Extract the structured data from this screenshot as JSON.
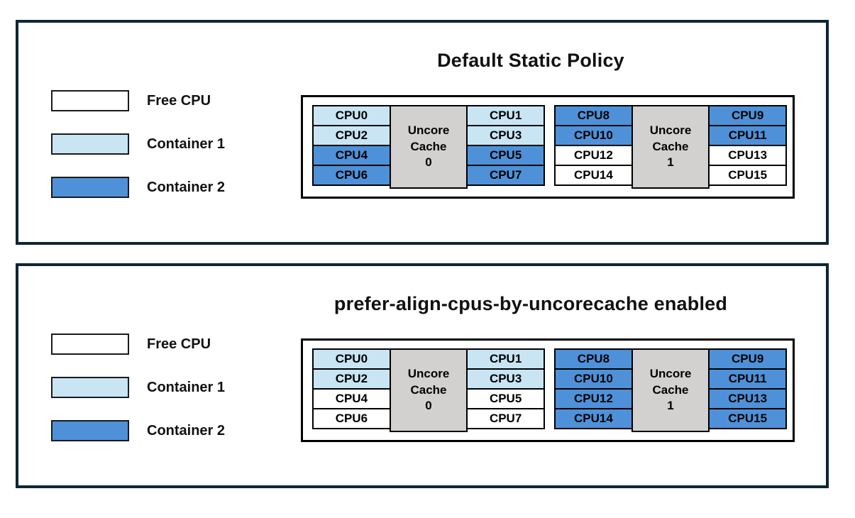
{
  "colors": {
    "free": "#ffffff",
    "container1": "#c9e5f4",
    "container2": "#4f91d8",
    "cache_box": "#d2d1d0",
    "panel_border": "#0d2633"
  },
  "legend": {
    "items": [
      {
        "label": "Free CPU",
        "fill": "free"
      },
      {
        "label": "Container 1",
        "fill": "container1"
      },
      {
        "label": "Container 2",
        "fill": "container2"
      }
    ]
  },
  "panels": [
    {
      "title": "Default Static Policy",
      "clusters": [
        {
          "cache_label": "Uncore Cache 0",
          "left_cpus": [
            {
              "label": "CPU0",
              "fill": "container1"
            },
            {
              "label": "CPU2",
              "fill": "container1"
            },
            {
              "label": "CPU4",
              "fill": "container2"
            },
            {
              "label": "CPU6",
              "fill": "container2"
            }
          ],
          "right_cpus": [
            {
              "label": "CPU1",
              "fill": "container1"
            },
            {
              "label": "CPU3",
              "fill": "container1"
            },
            {
              "label": "CPU5",
              "fill": "container2"
            },
            {
              "label": "CPU7",
              "fill": "container2"
            }
          ]
        },
        {
          "cache_label": "Uncore Cache 1",
          "left_cpus": [
            {
              "label": "CPU8",
              "fill": "container2"
            },
            {
              "label": "CPU10",
              "fill": "container2"
            },
            {
              "label": "CPU12",
              "fill": "free"
            },
            {
              "label": "CPU14",
              "fill": "free"
            }
          ],
          "right_cpus": [
            {
              "label": "CPU9",
              "fill": "container2"
            },
            {
              "label": "CPU11",
              "fill": "container2"
            },
            {
              "label": "CPU13",
              "fill": "free"
            },
            {
              "label": "CPU15",
              "fill": "free"
            }
          ]
        }
      ]
    },
    {
      "title": "prefer-align-cpus-by-uncorecache enabled",
      "clusters": [
        {
          "cache_label": "Uncore Cache 0",
          "left_cpus": [
            {
              "label": "CPU0",
              "fill": "container1"
            },
            {
              "label": "CPU2",
              "fill": "container1"
            },
            {
              "label": "CPU4",
              "fill": "free"
            },
            {
              "label": "CPU6",
              "fill": "free"
            }
          ],
          "right_cpus": [
            {
              "label": "CPU1",
              "fill": "container1"
            },
            {
              "label": "CPU3",
              "fill": "container1"
            },
            {
              "label": "CPU5",
              "fill": "free"
            },
            {
              "label": "CPU7",
              "fill": "free"
            }
          ]
        },
        {
          "cache_label": "Uncore Cache 1",
          "left_cpus": [
            {
              "label": "CPU8",
              "fill": "container2"
            },
            {
              "label": "CPU10",
              "fill": "container2"
            },
            {
              "label": "CPU12",
              "fill": "container2"
            },
            {
              "label": "CPU14",
              "fill": "container2"
            }
          ],
          "right_cpus": [
            {
              "label": "CPU9",
              "fill": "container2"
            },
            {
              "label": "CPU11",
              "fill": "container2"
            },
            {
              "label": "CPU13",
              "fill": "container2"
            },
            {
              "label": "CPU15",
              "fill": "container2"
            }
          ]
        }
      ]
    }
  ]
}
